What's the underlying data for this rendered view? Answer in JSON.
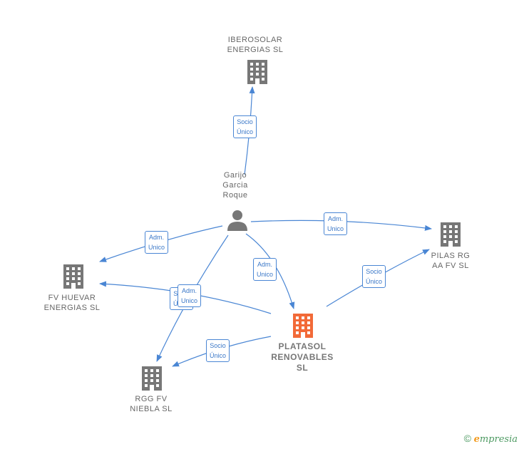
{
  "nodes": {
    "iberosolar": {
      "line1": "IBEROSOLAR",
      "line2": "ENERGIAS  SL"
    },
    "person": {
      "line1": "Garijo",
      "line2": "Garcia",
      "line3": "Roque"
    },
    "pilas": {
      "line1": "PILAS RG",
      "line2": "AA FV  SL"
    },
    "fvhuevar": {
      "line1": "FV HUEVAR",
      "line2": "ENERGIAS  SL"
    },
    "platasol": {
      "line1": "PLATASOL",
      "line2": "RENOVABLES",
      "line3": "SL"
    },
    "rggfv": {
      "line1": "RGG FV",
      "line2": "NIEBLA  SL"
    }
  },
  "edges": {
    "person_iberosolar": {
      "line1": "Socio",
      "line2": "Único"
    },
    "person_fvhuevar": {
      "line1": "Adm.",
      "line2": "Unico"
    },
    "person_pilas": {
      "line1": "Adm.",
      "line2": "Unico"
    },
    "person_platasol": {
      "line1": "Adm.",
      "line2": "Unico"
    },
    "platasol_pilas": {
      "line1": "Socio",
      "line2": "Único"
    },
    "platasol_fvhuevar": {
      "line1": "Socio",
      "line2": "Único"
    },
    "person_rggfv": {
      "line1": "Adm.",
      "line2": "Unico"
    },
    "platasol_rggfv": {
      "line1": "Socio",
      "line2": "Único"
    }
  },
  "colors": {
    "edge": "#4a86d4",
    "building": "#777777",
    "building_main": "#f26a38",
    "person": "#777777"
  },
  "footer": {
    "copyright": "©",
    "brand_first": "e",
    "brand_rest": "mpresia"
  }
}
